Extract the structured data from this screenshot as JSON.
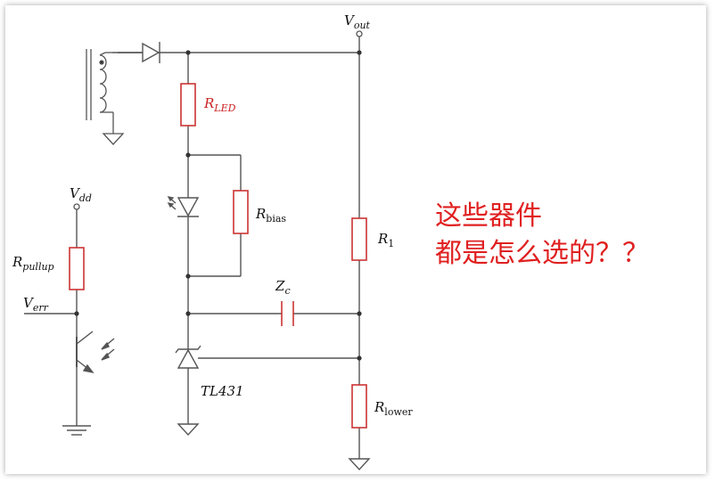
{
  "labels": {
    "vout": {
      "main": "V",
      "sub": "out"
    },
    "rled": {
      "main": "R",
      "sub": "LED"
    },
    "rbias": {
      "main": "R",
      "sub": "bias"
    },
    "r1": {
      "main": "R",
      "sub": "1"
    },
    "vdd": {
      "main": "V",
      "sub": "dd"
    },
    "rpullup": {
      "main": "R",
      "sub": "pullup"
    },
    "verr": {
      "main": "V",
      "sub": "err"
    },
    "zc": {
      "main": "Z",
      "sub": "c"
    },
    "tl431": "TL431",
    "rlower": {
      "main": "R",
      "sub": "lower"
    }
  },
  "question": {
    "line1": "这些器件",
    "line2": "都是怎么选的？？"
  },
  "colors": {
    "wire": "#555555",
    "component_highlight": "#cc3333",
    "question_text": "#e02020"
  }
}
